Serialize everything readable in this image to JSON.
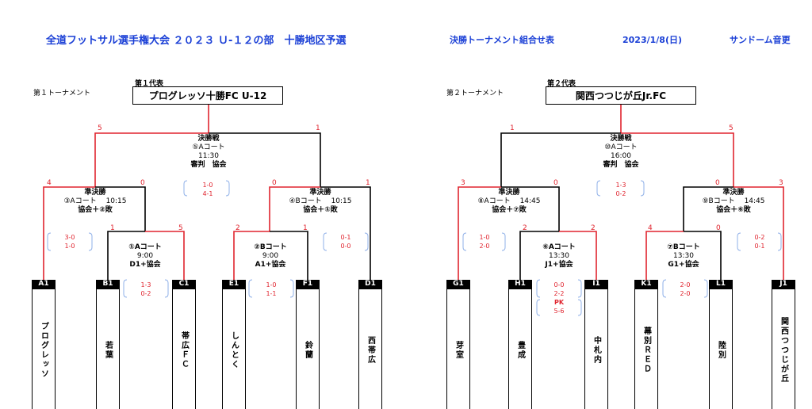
{
  "header": {
    "title": "全道フットサル選手権大会 ２０２３ Ｕ-１２の部　十勝地区予選",
    "subtitle": "決勝トーナメント組合せ表",
    "date": "2023/1/8(日)",
    "venue": "サンドーム音更"
  },
  "t1": {
    "label": "第１トーナメント",
    "rep_label": "第１代表",
    "rep_name": "プログレッソ十勝FC U-12",
    "final": {
      "l1": "決勝戦",
      "l2": "⑤Aコート",
      "l3": "11:30",
      "l4": "審判　協会",
      "s1": "1-0",
      "s2": "4-1",
      "left": "5",
      "right": "1"
    },
    "semi_left": {
      "l1": "準決勝",
      "l2": "③Aコート　 10:15",
      "l3": "協会＋②敗",
      "left": "4",
      "right": "0",
      "s1": "3-0",
      "s2": "1-0"
    },
    "semi_right": {
      "l1": "準決勝",
      "l2": "④Bコート　 10:15",
      "l3": "協会＋①敗",
      "left": "0",
      "right": "1",
      "s1": "0-1",
      "s2": "0-0"
    },
    "q1": {
      "l1": "①Aコート",
      "l2": "9:00",
      "l3": "D1+協会",
      "left": "1",
      "right": "5",
      "s1": "1-3",
      "s2": "0-2"
    },
    "q2": {
      "l1": "②Bコート",
      "l2": "9:00",
      "l3": "A1+協会",
      "left": "2",
      "right": "1",
      "s1": "1-0",
      "s2": "1-1"
    },
    "teams": [
      {
        "code": "A1",
        "name": "プログレッソ"
      },
      {
        "code": "B1",
        "name": "若葉"
      },
      {
        "code": "C1",
        "name": "帯広ＦＣ"
      },
      {
        "code": "E1",
        "name": "しんとく"
      },
      {
        "code": "F1",
        "name": "鈴蘭"
      },
      {
        "code": "D1",
        "name": "西帯広"
      }
    ]
  },
  "t2": {
    "label": "第２トーナメント",
    "rep_label": "第２代表",
    "rep_name": "関西つつじが丘Jr.FC",
    "final": {
      "l1": "決勝戦",
      "l2": "⑩Aコート",
      "l3": "16:00",
      "l4": "審判　協会",
      "s1": "1-3",
      "s2": "0-2",
      "left": "1",
      "right": "5"
    },
    "semi_left": {
      "l1": "準決勝",
      "l2": "⑧Aコート　 14:45",
      "l3": "協会＋⑦敗",
      "left": "3",
      "right": "0",
      "s1": "1-0",
      "s2": "2-0"
    },
    "semi_right": {
      "l1": "準決勝",
      "l2": "⑨Bコート　 14:45",
      "l3": "協会＋⑥敗",
      "left": "0",
      "right": "3",
      "s1": "0-2",
      "s2": "0-1"
    },
    "q1": {
      "l1": "⑥Aコート",
      "l2": "13:30",
      "l3": "J1+協会",
      "left": "2",
      "right": "2",
      "s1": "0-0",
      "s2": "2-2",
      "s3": "PK",
      "s4": "5-6"
    },
    "q2": {
      "l1": "⑦Bコート",
      "l2": "13:30",
      "l3": "G1+協会",
      "left": "4",
      "right": "0",
      "s1": "2-0",
      "s2": "2-0"
    },
    "teams": [
      {
        "code": "G1",
        "name": "芽室"
      },
      {
        "code": "H1",
        "name": "豊成"
      },
      {
        "code": "I1",
        "name": "中札内"
      },
      {
        "code": "K1",
        "name": "幕別ＲＥＤ"
      },
      {
        "code": "L1",
        "name": "陸別"
      },
      {
        "code": "J1",
        "name": "関西つつじが丘"
      }
    ]
  },
  "colors": {
    "title": "#1a3fd6",
    "winner_line": "#e0242e",
    "loser_line": "#000000",
    "score_bracket": "#8fb0e8"
  }
}
